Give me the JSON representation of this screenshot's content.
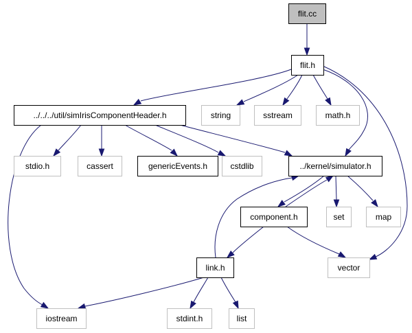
{
  "colors": {
    "edge": "#191970",
    "border_dark": "#000000",
    "border_light": "#bfbfbf",
    "fill_root": "#bfbfbf",
    "fill_default": "#ffffff"
  },
  "nodes": [
    {
      "id": "flit_cc",
      "label": "flit.cc",
      "style": "root"
    },
    {
      "id": "flit_h",
      "label": "flit.h",
      "style": "dark"
    },
    {
      "id": "simiris",
      "label": "../../../util/simIrisComponentHeader.h",
      "style": "dark"
    },
    {
      "id": "string",
      "label": "string",
      "style": "light"
    },
    {
      "id": "sstream",
      "label": "sstream",
      "style": "light"
    },
    {
      "id": "math_h",
      "label": "math.h",
      "style": "light"
    },
    {
      "id": "stdio_h",
      "label": "stdio.h",
      "style": "light"
    },
    {
      "id": "cassert",
      "label": "cassert",
      "style": "light"
    },
    {
      "id": "genericEvents",
      "label": "genericEvents.h",
      "style": "dark"
    },
    {
      "id": "cstdlib",
      "label": "cstdlib",
      "style": "light"
    },
    {
      "id": "simulator",
      "label": "../kernel/simulator.h",
      "style": "dark"
    },
    {
      "id": "component",
      "label": "component.h",
      "style": "dark"
    },
    {
      "id": "set",
      "label": "set",
      "style": "light"
    },
    {
      "id": "map",
      "label": "map",
      "style": "light"
    },
    {
      "id": "link_h",
      "label": "link.h",
      "style": "dark"
    },
    {
      "id": "vector",
      "label": "vector",
      "style": "light"
    },
    {
      "id": "iostream",
      "label": "iostream",
      "style": "light"
    },
    {
      "id": "stdint_h",
      "label": "stdint.h",
      "style": "light"
    },
    {
      "id": "list",
      "label": "list",
      "style": "light"
    }
  ],
  "edges": [
    {
      "from": "flit_cc",
      "to": "flit_h"
    },
    {
      "from": "flit_h",
      "to": "simiris"
    },
    {
      "from": "flit_h",
      "to": "string"
    },
    {
      "from": "flit_h",
      "to": "sstream"
    },
    {
      "from": "flit_h",
      "to": "math_h"
    },
    {
      "from": "flit_h",
      "to": "simulator"
    },
    {
      "from": "flit_h",
      "to": "vector"
    },
    {
      "from": "simiris",
      "to": "stdio_h"
    },
    {
      "from": "simiris",
      "to": "cassert"
    },
    {
      "from": "simiris",
      "to": "genericEvents"
    },
    {
      "from": "simiris",
      "to": "cstdlib"
    },
    {
      "from": "simiris",
      "to": "simulator"
    },
    {
      "from": "simiris",
      "to": "iostream"
    },
    {
      "from": "simulator",
      "to": "component"
    },
    {
      "from": "simulator",
      "to": "set"
    },
    {
      "from": "simulator",
      "to": "map"
    },
    {
      "from": "component",
      "to": "simulator"
    },
    {
      "from": "component",
      "to": "link_h"
    },
    {
      "from": "component",
      "to": "vector"
    },
    {
      "from": "link_h",
      "to": "simulator"
    },
    {
      "from": "link_h",
      "to": "iostream"
    },
    {
      "from": "link_h",
      "to": "stdint_h"
    },
    {
      "from": "link_h",
      "to": "list"
    }
  ]
}
